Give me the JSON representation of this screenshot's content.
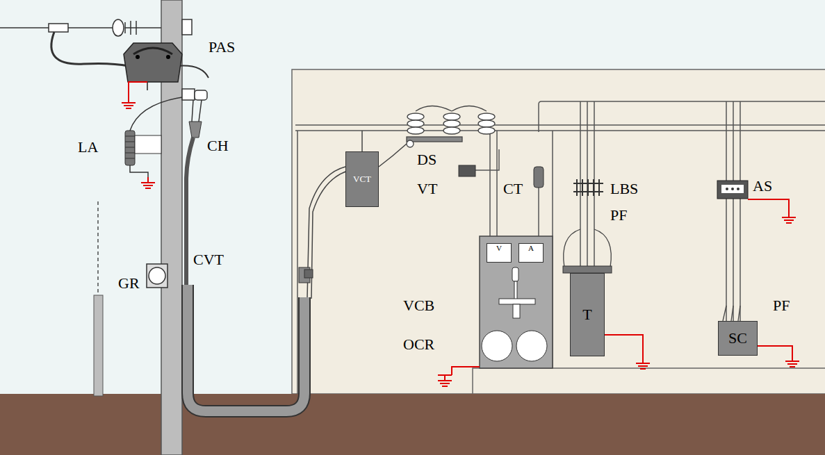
{
  "diagram": {
    "nodes": [
      {
        "text": [
          "VCT"
        ]
      },
      {
        "text": [
          "V"
        ]
      },
      {
        "text": [
          "A"
        ]
      },
      {
        "text": [
          "T"
        ]
      },
      {
        "text": [
          "SC"
        ]
      }
    ],
    "labels": [
      "PAS",
      "LA",
      "CH",
      "CVT",
      "GR",
      "DS",
      "VT",
      "CT",
      "LBS",
      "PF",
      "AS",
      "VCB",
      "OCR",
      "PF"
    ]
  }
}
